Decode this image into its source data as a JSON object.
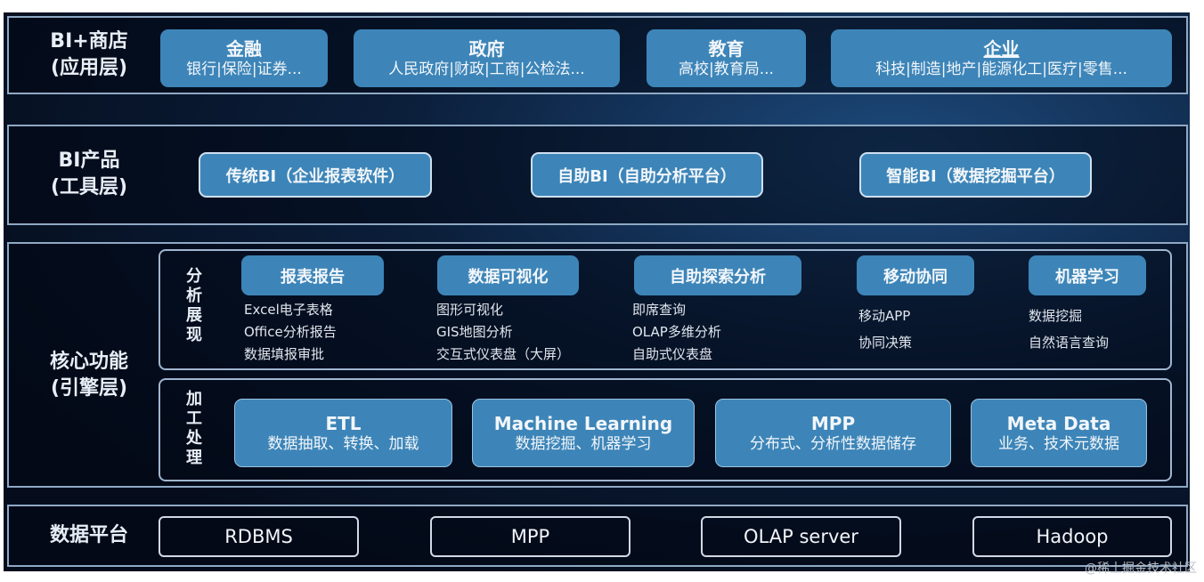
{
  "app_layer": {
    "label": "BI+商店\n(应用层)",
    "label1": "BI+商店",
    "label2": "(应用层)",
    "cards": [
      {
        "title": "金融",
        "sub": "银行|保险|证券..."
      },
      {
        "title": "政府",
        "sub": "人民政府|财政|工商|公检法..."
      },
      {
        "title": "教育",
        "sub": "高校|教育局..."
      },
      {
        "title": "企业",
        "sub": "科技|制造|地产|能源化工|医疗|零售..."
      }
    ]
  },
  "tool_layer": {
    "label1": "BI产品",
    "label2": "(工具层)",
    "cards": [
      "传统BI（企业报表软件）",
      "自助BI（自助分析平台）",
      "智能BI（数据挖掘平台）"
    ]
  },
  "engine_layer": {
    "label1": "核心功能",
    "label2": "(引擎层)",
    "analysis": {
      "label": "分析展现",
      "cards": [
        {
          "title": "报表报告",
          "items": [
            "Excel电子表格",
            "Office分析报告",
            "数据填报审批"
          ]
        },
        {
          "title": "数据可视化",
          "items": [
            "图形可视化",
            "GIS地图分析",
            "交互式仪表盘（大屏）"
          ]
        },
        {
          "title": "自助探索分析",
          "items": [
            "即席查询",
            "OLAP多维分析",
            "自助式仪表盘"
          ]
        },
        {
          "title": "移动协同",
          "items": [
            "移动APP",
            "协同决策"
          ]
        },
        {
          "title": "机器学习",
          "items": [
            "数据挖掘",
            "自然语言查询"
          ]
        }
      ]
    },
    "processing": {
      "label": "加工处理",
      "cards": [
        {
          "title": "ETL",
          "sub": "数据抽取、转换、加载"
        },
        {
          "title": "Machine Learning",
          "sub": "数据挖掘、机器学习"
        },
        {
          "title": "MPP",
          "sub": "分布式、分析性数据储存"
        },
        {
          "title": "Meta Data",
          "sub": "业务、技术元数据"
        }
      ]
    }
  },
  "data_platform": {
    "label": "数据平台",
    "items": [
      "RDBMS",
      "MPP",
      "OLAP server",
      "Hadoop"
    ]
  },
  "watermark": "@稀土掘金技术社区"
}
